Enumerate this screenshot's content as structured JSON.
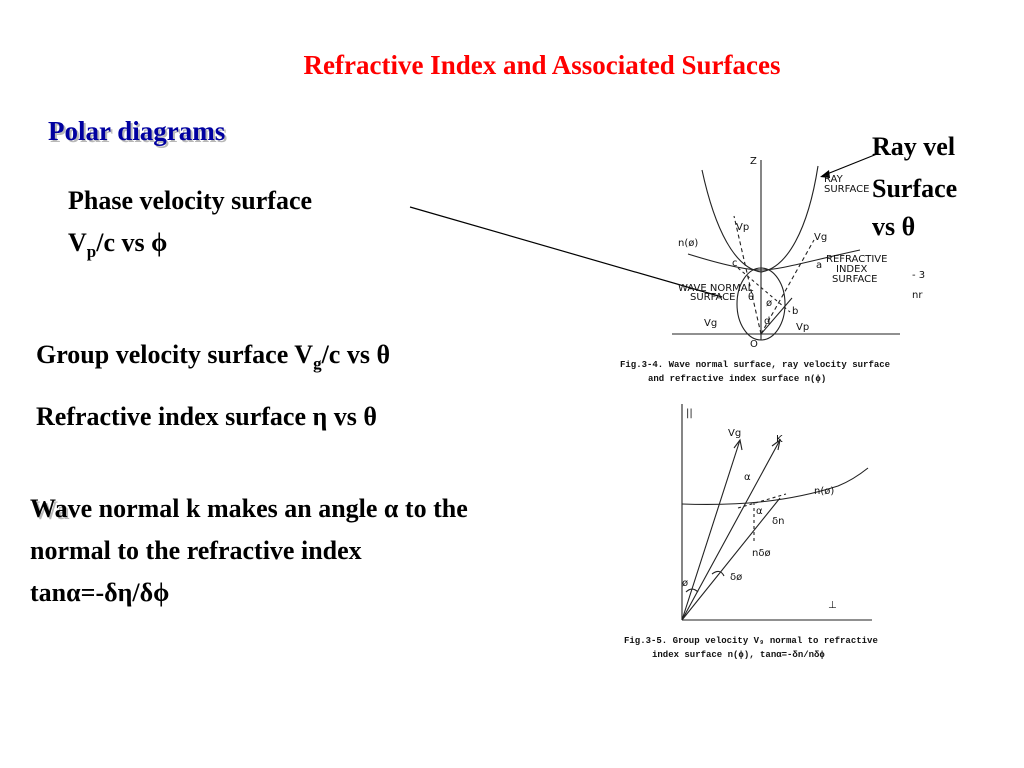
{
  "slide": {
    "title": "Refractive Index and Associated Surfaces",
    "subtitle": "Polar diagrams",
    "phase_line1": "Phase velocity surface",
    "phase_v": "V",
    "phase_sub": "p",
    "phase_rest": "/c vs ϕ",
    "ray_line1": "Ray vel",
    "ray_line2": "Surface",
    "ray_line3": "vs θ",
    "group_pre": "Group velocity surface V",
    "group_sub": "g",
    "group_rest": "/c vs θ",
    "refr": "Refractive index surface η vs θ",
    "wave_highlight": "Wa",
    "wave_line1_rest": "ve normal k makes an angle α to the",
    "wave_line2": "normal to the refractive index",
    "wave_line3": "tanα=-δη/δϕ"
  },
  "fig1": {
    "z": "Z",
    "ray_surface": [
      "RAY",
      "SURFACE"
    ],
    "n_phi": "n(ø)",
    "vp_top": "Vp",
    "vg_top": "Vg",
    "c": "c",
    "a": "a",
    "refr_surface": [
      "REFRACTIVE",
      "INDEX",
      "SURFACE"
    ],
    "wave_normal_surface": [
      "WAVE NORMAL",
      "SURFACE"
    ],
    "theta": "θ",
    "phi": "ø",
    "b": "b",
    "d": "d",
    "vg_bottom": "Vg",
    "vp_bottom": "Vp",
    "origin": "O",
    "caption1": "Fig.3-4.  Wave normal surface, ray velocity surface",
    "caption2": "and refractive index surface n(ϕ)",
    "side_marks": [
      "- 3",
      "nr"
    ]
  },
  "fig2": {
    "par": "||",
    "vg": "Vg",
    "k": "K",
    "alpha1": "α",
    "alpha2": "α",
    "n_phi": "n(ø)",
    "dn": "δn",
    "ndphi": "nδø",
    "phi": "ø",
    "dphi": "δø",
    "perp": "⊥",
    "caption1": "Fig.3-5.  Group velocity V₉ normal to refractive",
    "caption2": "index surface n(ϕ), tanα=-δn/nδϕ"
  },
  "colors": {
    "title": "#ff0000",
    "subtitle": "#0000a0",
    "text": "#000000",
    "background": "#ffffff"
  }
}
